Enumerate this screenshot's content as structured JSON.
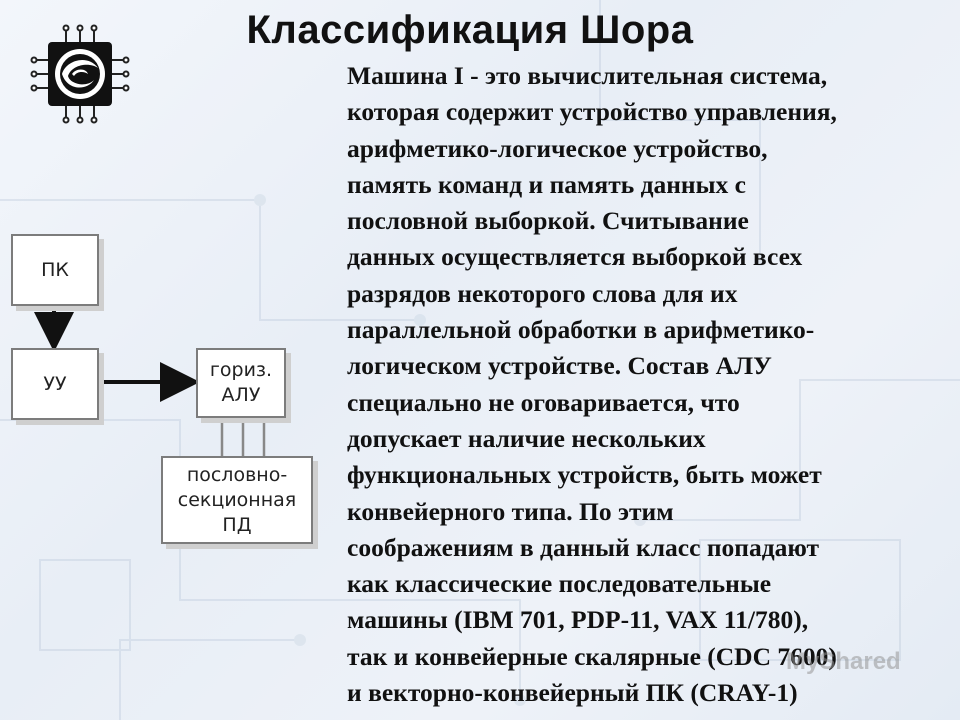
{
  "slide": {
    "title": "Классификация Шора",
    "body_lines": [
      "Машина I - это вычислительная система,",
      "которая содержит устройство управления,",
      "арифметико-логическое устройство,",
      "память команд и память данных с",
      "пословной выборкой. Считывание",
      "данных осуществляется выборкой всех",
      "разрядов некоторого слова для их",
      "параллельной обработки в арифметико-",
      "логическом устройстве. Состав АЛУ",
      "специально не оговаривается, что",
      "допускает наличие нескольких",
      "функциональных устройств, быть может",
      "конвейерного типа. По этим",
      "соображениям в данный класс попадают",
      "как классические последовательные",
      "машины (IBM 701, PDP-11, VAX 11/780),",
      "так и конвейерные скалярные (CDC 7600)",
      "и векторно-конвейерный ПК (CRAY-1)"
    ]
  },
  "diagram": {
    "pk_label": "ПК",
    "uu_label": "УУ",
    "alu_label": "гориз.\nАЛУ",
    "pd_label": "пословно-\nсекционная\nПД"
  },
  "watermark": {
    "text": "MyShared"
  },
  "icons": {
    "logo": "chip-logo-icon"
  }
}
